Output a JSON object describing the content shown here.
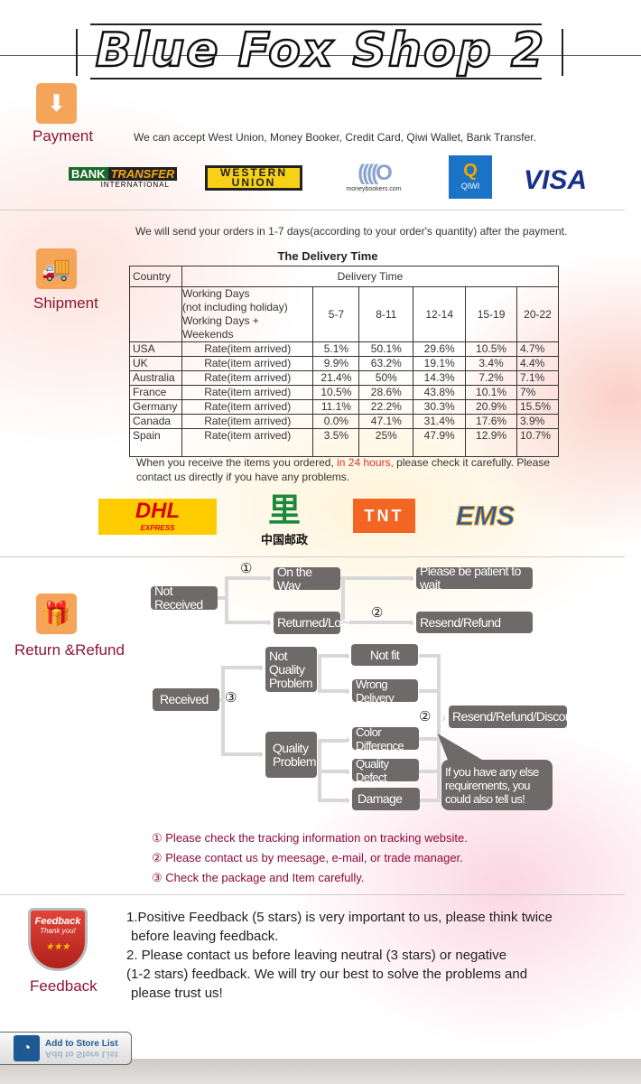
{
  "header": {
    "title": "Blue Fox Shop 2"
  },
  "payment": {
    "label": "Payment",
    "text": "We can accept West Union, Money Booker, Credit Card, Qiwi Wallet, Bank Transfer.",
    "logos": {
      "bank1": "BANK",
      "bank2": "TRANSFER",
      "bank3": "INTERNATIONAL",
      "wu1": "WESTERN",
      "wu2": "UNION",
      "mb": "moneybookers.com",
      "qiwi": "QIWI",
      "visa": "VISA"
    }
  },
  "shipment": {
    "label": "Shipment",
    "text": "We will send your orders in 1-7 days(according to your order's quantity) after the payment.",
    "table_title": "The Delivery Time",
    "col_country": "Country",
    "col_delivery": "Delivery Time",
    "sub_header": [
      "Working Days",
      "(not including holiday)",
      "Working Days + Weekends"
    ],
    "ranges": [
      "5-7",
      "8-11",
      "12-14",
      "15-19",
      "20-22"
    ],
    "rows": [
      {
        "country": "USA",
        "rate": "Rate(item arrived)",
        "v": [
          "5.1%",
          "50.1%",
          "29.6%",
          "10.5%",
          "4.7%"
        ]
      },
      {
        "country": "UK",
        "rate": "Rate(item arrived)",
        "v": [
          "9.9%",
          "63.2%",
          "19.1%",
          "3.4%",
          "4.4%"
        ]
      },
      {
        "country": "Australia",
        "rate": "Rate(item arrived)",
        "v": [
          "21.4%",
          "50%",
          "14.3%",
          "7.2%",
          "7.1%"
        ]
      },
      {
        "country": "France",
        "rate": "Rate(item arrived)",
        "v": [
          "10.5%",
          "28.6%",
          "43.8%",
          "10.1%",
          "7%"
        ]
      },
      {
        "country": "Germany",
        "rate": "Rate(item arrived)",
        "v": [
          "11.1%",
          "22.2%",
          "30.3%",
          "20.9%",
          "15.5%"
        ]
      },
      {
        "country": "Canada",
        "rate": "Rate(item arrived)",
        "v": [
          "0.0%",
          "47.1%",
          "31.4%",
          "17.6%",
          "3.9%"
        ]
      },
      {
        "country": "Spain",
        "rate": "Rate(item arrived)",
        "v": [
          "3.5%",
          "25%",
          "47.9%",
          "12.9%",
          "10.7%"
        ]
      }
    ],
    "receive_a": "When you receive the items you ordered, ",
    "receive_b": "in 24 hours,",
    "receive_c": " please check it carefully. Please contact us directly if you have any problems.",
    "carriers": {
      "dhl": "DHL",
      "dhl_sub": "EXPRESS",
      "post": "中国邮政",
      "tnt": "TNT",
      "ems": "EMS"
    }
  },
  "refund": {
    "label": "Return &Refund",
    "flow": {
      "not_received": "Not Received",
      "on_the_way": "On the Way",
      "returned_lost": "Returned/Lost",
      "patient": "Please be patient to wait",
      "resend_refund": "Resend/Refund",
      "received": "Received",
      "not_quality": "Not Quality Problem",
      "quality": "Quality Problem",
      "not_fit": "Not fit",
      "wrong_delivery": "Wrong Delivery",
      "color_diff": "Color Difference",
      "quality_defect": "Quality Defect",
      "damage": "Damage",
      "resend_refund_discount": "Resend/Refund/Discount",
      "bubble": "If you have any else requirements, you could also tell us!",
      "n1": "①",
      "n2": "②",
      "n3": "③"
    },
    "notes": [
      "① Please check the tracking information on tracking website.",
      "② Please contact us by meesage, e-mail, or trade manager.",
      "③ Check the package and Item carefully."
    ]
  },
  "feedback": {
    "label": "Feedback",
    "badge1": "Feedback",
    "badge2": "Thank you!",
    "lines": [
      "1.Positive Feedback (5 stars) is very important to us, please think twice",
      "before leaving feedback.",
      "2. Please contact us before leaving neutral (3 stars) or negative",
      "(1-2 stars) feedback. We will try our best to solve the problems and",
      "please trust us!"
    ]
  },
  "footer": {
    "add_store": "Add to Store List"
  }
}
